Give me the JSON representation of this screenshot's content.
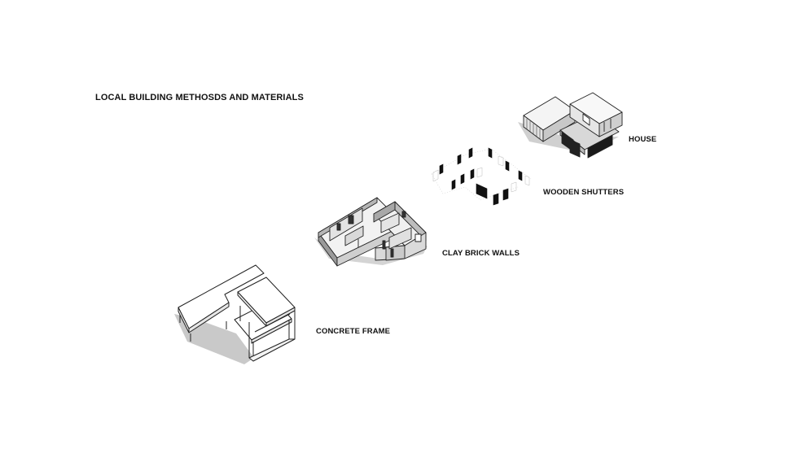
{
  "title": "LOCAL BUILDING METHOSDS AND MATERIALS",
  "layers": [
    {
      "id": "house",
      "label": "HOUSE"
    },
    {
      "id": "shutters",
      "label": "WOODEN SHUTTERS"
    },
    {
      "id": "walls",
      "label": "CLAY BRICK WALLS"
    },
    {
      "id": "frame",
      "label": "CONCRETE FRAME"
    }
  ]
}
